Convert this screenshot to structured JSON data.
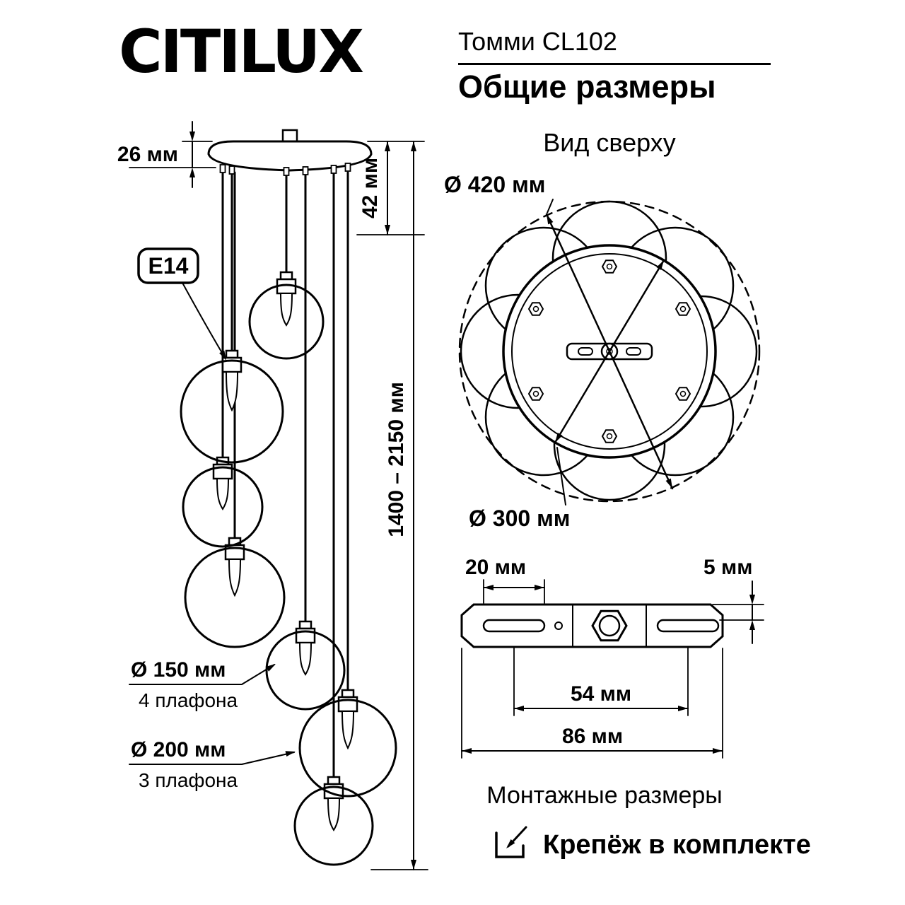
{
  "header": {
    "brand": "CITILUX",
    "model": "Томми CL102",
    "subtitle": "Общие размеры"
  },
  "side_view": {
    "canopy_height": "26 мм",
    "stem_drop": "42 мм",
    "total_height": "1400 – 2150 мм",
    "socket": "E14",
    "small_shade_diameter": "Ø 150 мм",
    "small_shade_count": "4 плафона",
    "large_shade_diameter": "Ø 200 мм",
    "large_shade_count": "3 плафона"
  },
  "top_view": {
    "title": "Вид сверху",
    "outer_diameter": "Ø 420 мм",
    "canopy_diameter": "Ø 300 мм"
  },
  "bracket_view": {
    "slot_length": "20 мм",
    "thickness": "5 мм",
    "hole_spacing": "54 мм",
    "bracket_length": "86 мм",
    "caption": "Монтажные размеры"
  },
  "footer": {
    "note": "Крепёж в комплекте"
  },
  "colors": {
    "ink": "#000000",
    "background": "#ffffff"
  }
}
